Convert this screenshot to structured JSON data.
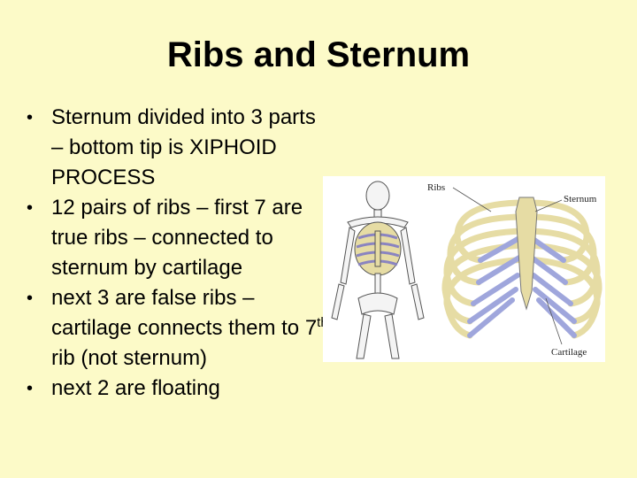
{
  "slide": {
    "title": "Ribs and Sternum",
    "bullets": [
      {
        "text": "Sternum divided into 3 parts – bottom tip is XIPHOID PROCESS"
      },
      {
        "text": "12 pairs of ribs – first 7 are true ribs – connected to sternum by cartilage"
      },
      {
        "pre": "next 3 are false ribs – cartilage connects them to 7",
        "sup": "th",
        "post": " rib (not sternum)"
      },
      {
        "text": "next 2 are floating"
      }
    ]
  },
  "figure": {
    "labels": {
      "ribs": "Ribs",
      "sternum": "Sternum",
      "cartilage": "Cartilage"
    },
    "colors": {
      "bone": "#e6dca4",
      "cartilage": "#9fa6dc",
      "outline": "#555555"
    }
  }
}
